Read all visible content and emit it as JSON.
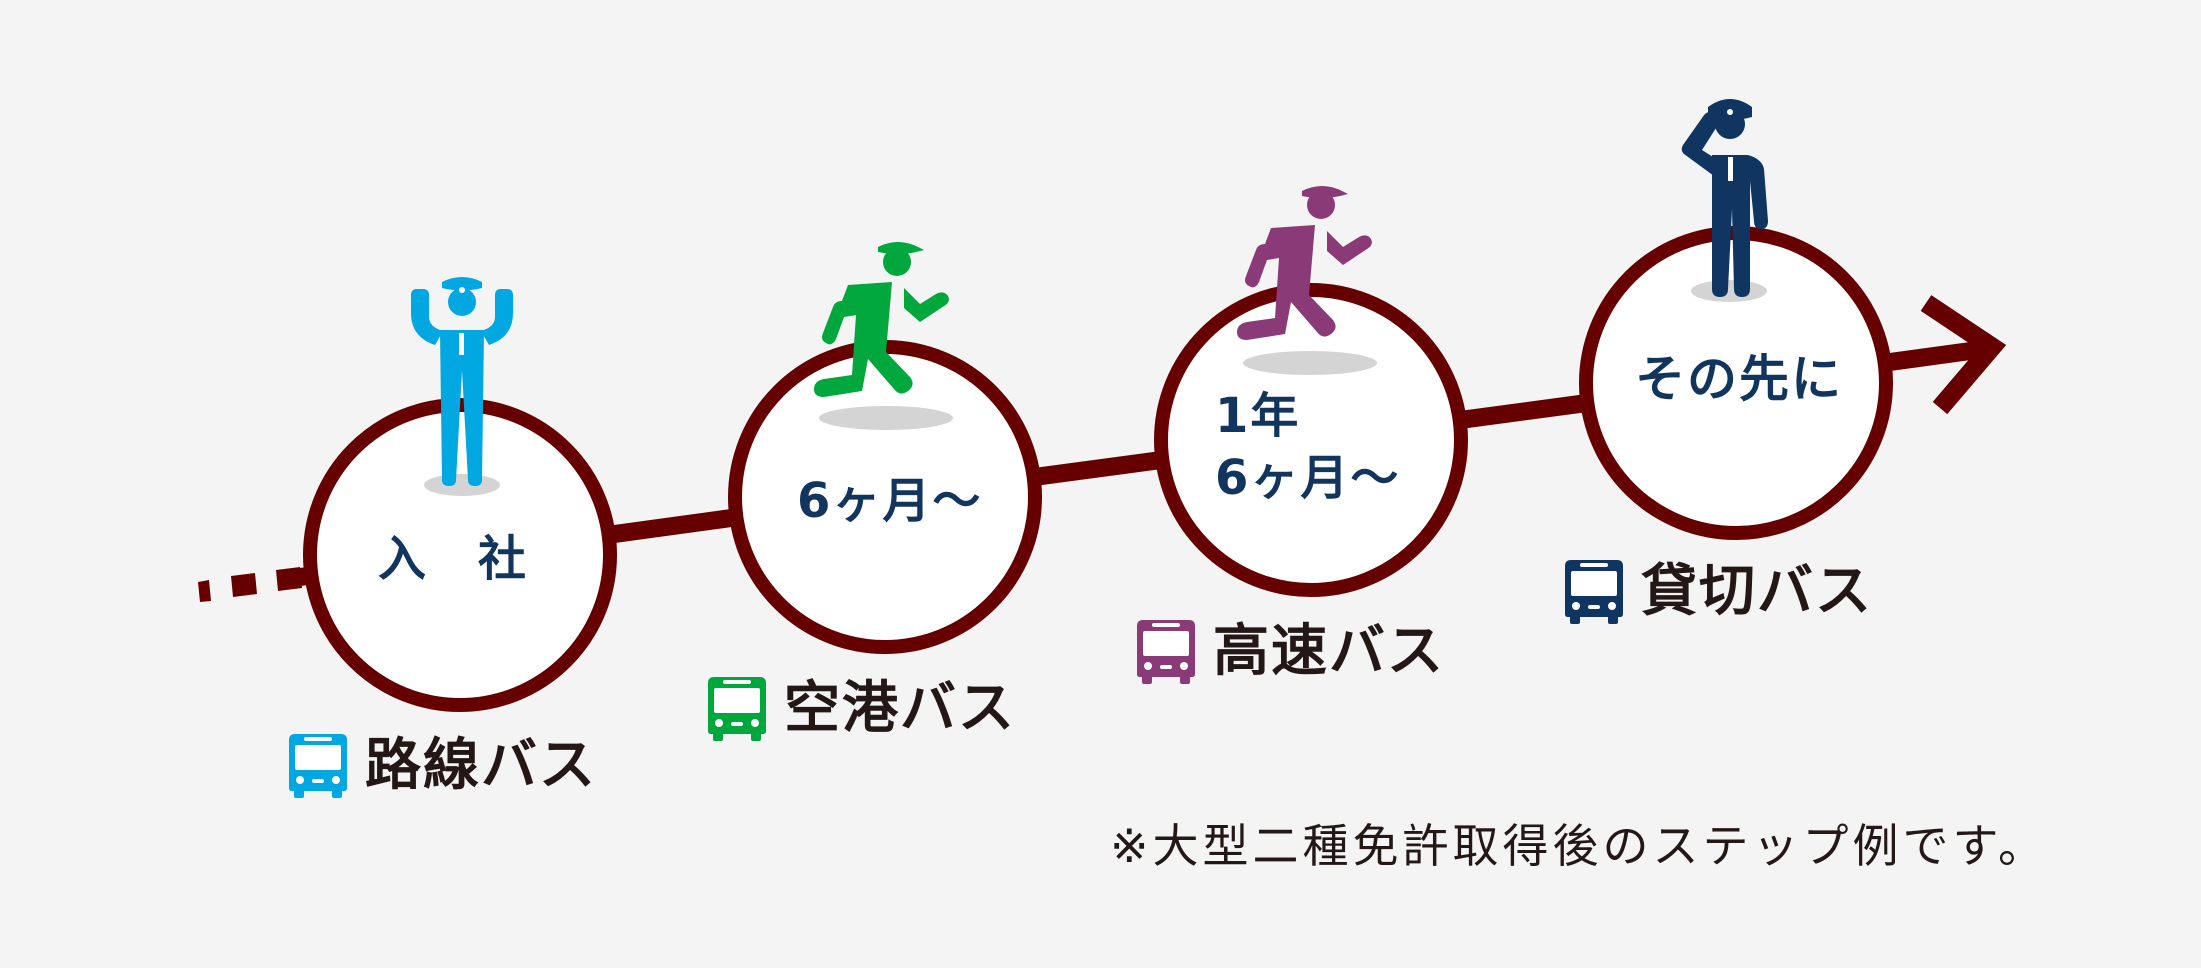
{
  "colors": {
    "background": "#F4F4F4",
    "track": "#660000",
    "circle_fill": "#FFFFFF",
    "circle_text": "#12355E",
    "label_text": "#231815",
    "shadow": "#D4D4D4"
  },
  "steps": [
    {
      "id": "entry",
      "circle_lines": [
        "入　社"
      ],
      "figure": "driver-arms-raised-icon",
      "color": "#00A7E1",
      "bus_icon": "bus-icon",
      "label": "路線バス"
    },
    {
      "id": "six-months",
      "circle_lines": [
        "6ヶ月〜"
      ],
      "figure": "driver-running-icon",
      "color": "#00A73C",
      "bus_icon": "bus-icon",
      "label": "空港バス"
    },
    {
      "id": "one-year-six-months",
      "circle_lines": [
        "1年",
        "6ヶ月〜"
      ],
      "figure": "driver-running-icon",
      "color": "#8A3A77",
      "bus_icon": "bus-icon",
      "label": "高速バス"
    },
    {
      "id": "beyond",
      "circle_lines": [
        "その先に"
      ],
      "figure": "driver-saluting-icon",
      "color": "#0F3560",
      "bus_icon": "bus-icon",
      "label": "貸切バス"
    }
  ],
  "footnote": "※大型二種免許取得後のステップ例です。"
}
